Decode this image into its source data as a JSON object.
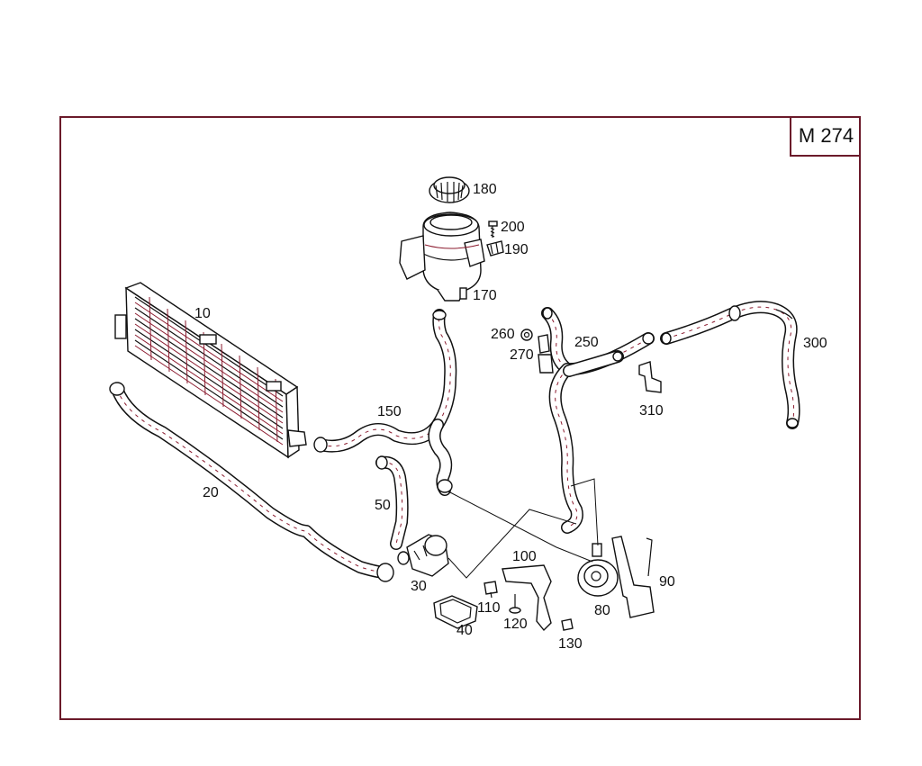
{
  "model_label": "M 274",
  "callouts": [
    {
      "id": "180",
      "text": "180"
    },
    {
      "id": "200",
      "text": "200"
    },
    {
      "id": "190",
      "text": "190"
    },
    {
      "id": "170",
      "text": "170"
    },
    {
      "id": "10",
      "text": "10"
    },
    {
      "id": "260",
      "text": "260"
    },
    {
      "id": "250",
      "text": "250"
    },
    {
      "id": "270",
      "text": "270"
    },
    {
      "id": "300",
      "text": "300"
    },
    {
      "id": "310",
      "text": "310"
    },
    {
      "id": "150",
      "text": "150"
    },
    {
      "id": "20",
      "text": "20"
    },
    {
      "id": "50",
      "text": "50"
    },
    {
      "id": "100",
      "text": "100"
    },
    {
      "id": "90",
      "text": "90"
    },
    {
      "id": "30",
      "text": "30"
    },
    {
      "id": "110",
      "text": "110"
    },
    {
      "id": "120",
      "text": "120"
    },
    {
      "id": "80",
      "text": "80"
    },
    {
      "id": "40",
      "text": "40"
    },
    {
      "id": "130",
      "text": "130"
    }
  ]
}
